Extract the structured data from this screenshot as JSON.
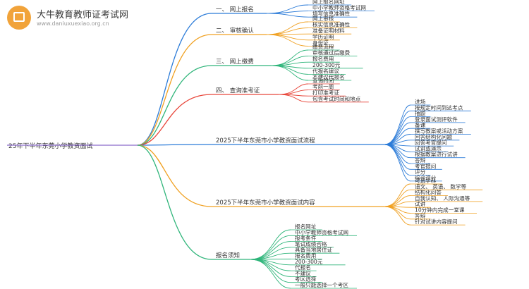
{
  "watermark": {
    "title": "大牛教育教师证考试网",
    "url": "www.daniuxuexiao.org.cn"
  },
  "root": "25年下半年东莞小学教资面试",
  "branches": [
    {
      "label": "一、 网上报名",
      "color": "#2b7bd8",
      "children": [
        "网上报名网址",
        "中小学教师资格考试网",
        "填写信息准确性"
      ]
    },
    {
      "label": "二、 审核确认",
      "color": "#f0a020",
      "children": [
        "网上审核",
        "核实信息准确性",
        "准备证明材料",
        "学历证明",
        "身份证"
      ]
    },
    {
      "label": "三、 网上缴费",
      "color": "#2fb57a",
      "children": [
        "缴费流程",
        "审核通过后缴费",
        "报名费用",
        "200-300元",
        "代报名建议",
        "不建议代报名"
      ]
    },
    {
      "label": "四、 查询准考证",
      "color": "#e8463a",
      "children": [
        "查询时间",
        "考前一周",
        "打印准考证",
        "包含考试时间和地点"
      ]
    },
    {
      "label": "2025下半年东莞市小学教资面试流程",
      "color": "#2b7bd8",
      "children": [
        "进场",
        "按规定时间到达考点",
        "抽题",
        "登录面试测评软件",
        "备课",
        "撰写教案或活动方案",
        "回答结构化问题",
        "回答考官提问",
        "试讲或演示",
        "根据教案进行试讲",
        "答辩",
        "考官提问",
        "评分",
        "综合评分"
      ]
    },
    {
      "label": "2025下半年东莞市小学教资面试内容",
      "color": "#f0a020",
      "children": [
        "可选学科",
        "语文、 英语、 数学等",
        "结构化问答",
        "自我认知、 人际沟通等",
        "试讲",
        "10分钟内完成一堂课",
        "答辩",
        "针对试讲内容提问"
      ]
    },
    {
      "label": "报名须知",
      "color": "#2fb57a",
      "children": [
        "报名网址",
        "中小学教师资格考试网",
        "报考条件",
        "笔试成绩合格",
        "具备当地居住证",
        "报名费用",
        "200-300元",
        "代报名",
        "不建议",
        "考区选择",
        "一般只能选择一个考区"
      ]
    }
  ]
}
